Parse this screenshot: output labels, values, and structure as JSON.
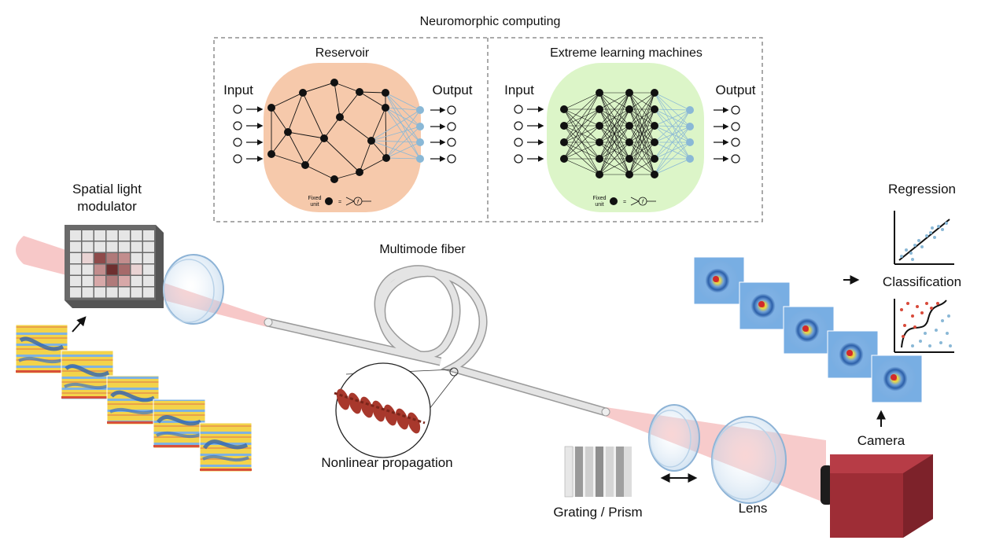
{
  "title": "Neuromorphic computing",
  "reservoir": {
    "title": "Reservoir",
    "input_label": "Input",
    "output_label": "Output",
    "fixed_unit_line1": "Fixed",
    "fixed_unit_line2": "unit",
    "equals": "=",
    "func_symbol": "f"
  },
  "elm": {
    "title": "Extreme learning machines",
    "input_label": "Input",
    "output_label": "Output",
    "fixed_unit_line1": "Fixed",
    "fixed_unit_line2": "unit",
    "equals": "=",
    "func_symbol": "f"
  },
  "labels": {
    "slm_line1": "Spatial light",
    "slm_line2": "modulator",
    "fiber": "Multimode fiber",
    "nonlinear": "Nonlinear propagation",
    "grating": "Grating / Prism",
    "lens": "Lens",
    "camera": "Camera",
    "regression": "Regression",
    "classification": "Classification"
  },
  "colors": {
    "reservoir_bg": "#f6c9ab",
    "elm_bg": "#dcf5c8",
    "output_node": "#8ab8d6",
    "beam": "#f4b5b5",
    "camera_body": "#9e2d36",
    "speckle_bg": "#78aee3"
  }
}
